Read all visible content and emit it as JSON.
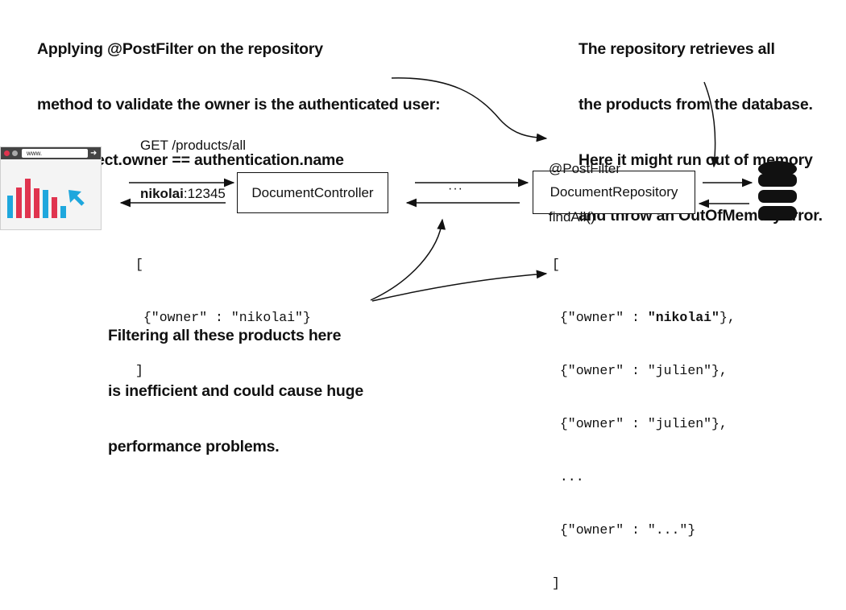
{
  "callouts": {
    "postfilter": [
      "Applying @PostFilter on the repository",
      "method to validate the owner is the authenticated user:",
      "filterObject.owner == authentication.name"
    ],
    "repository": [
      "The repository retrieves all",
      "the products from the database.",
      "Here it might run out of memory",
      "and throw an OutOfMemoryError."
    ],
    "filtering": [
      "Filtering all these products here",
      "is inefficient and could cause huge",
      "performance problems."
    ]
  },
  "request": {
    "line1": "GET /products/all",
    "user": "nikolai",
    "password": ":12345"
  },
  "browser": {
    "address": "www."
  },
  "controller": {
    "label": "DocumentController"
  },
  "middle": {
    "ellipsis": "···"
  },
  "repository": {
    "label": "DocumentRepository",
    "annotation": "@PostFilter",
    "method": "findAll()"
  },
  "controller_response": {
    "open": "[",
    "item": " {\"owner\" : \"nikolai\"}",
    "close": "]"
  },
  "repository_response": {
    "open": "[",
    "item1_prefix": " {\"owner\" : ",
    "item1_value": "\"nikolai\"",
    "item1_suffix": "},",
    "item2": " {\"owner\" : \"julien\"},",
    "item3": " {\"owner\" : \"julien\"},",
    "ellipsis": " ...",
    "item4": " {\"owner\" : \"...\"}",
    "close": "]"
  },
  "colors": {
    "bar_red": "#e0344f",
    "bar_blue": "#1ea7dd",
    "arrow_blue": "#1ea7dd",
    "browser_bar": "#444444",
    "db": "#111111"
  }
}
